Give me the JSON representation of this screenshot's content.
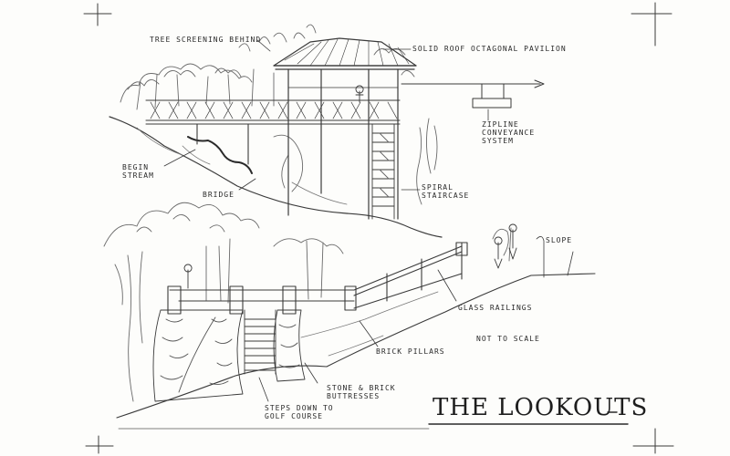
{
  "sketch": {
    "title": "THE LOOKOUTS",
    "upper_elevation": {
      "tree_screening": "TREE SCREENING BEHIND",
      "pavilion": "SOLID ROOF OCTAGONAL PAVILION",
      "zipline_1": "ZIPLINE",
      "zipline_2": "CONVEYANCE",
      "zipline_3": "SYSTEM",
      "stream_1": "BEGIN",
      "stream_2": "STREAM",
      "bridge": "BRIDGE",
      "stair_1": "SPIRAL",
      "stair_2": "STAIRCASE"
    },
    "lower_elevation": {
      "slope": "SLOPE",
      "glass_railings": "GLASS RAILINGS",
      "not_to_scale": "NOT TO SCALE",
      "brick_pillars": "BRICK PILLARS",
      "stone_brick_1": "STONE & BRICK",
      "stone_brick_2": "BUTTRESSES",
      "steps_1": "STEPS DOWN TO",
      "steps_2": "GOLF COURSE"
    }
  }
}
